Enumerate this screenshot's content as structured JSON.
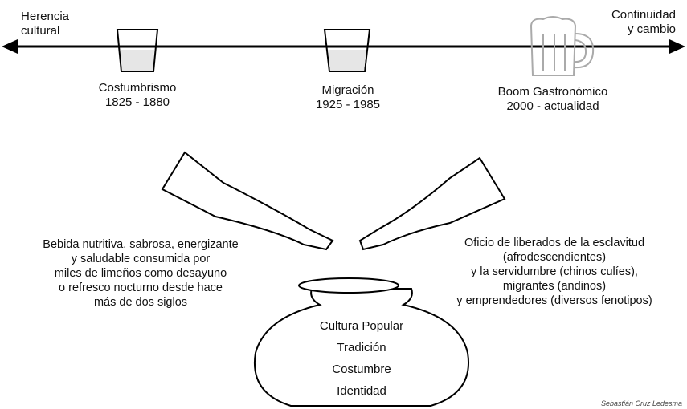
{
  "timeline": {
    "left_label": [
      "Herencia",
      "cultural"
    ],
    "right_label": [
      "Continuidad",
      "y cambio"
    ],
    "periods": [
      {
        "name": "Costumbrismo",
        "years": "1825 - 1880"
      },
      {
        "name": "Migración",
        "years": "1925 - 1985"
      },
      {
        "name": "Boom Gastronómico",
        "years": "2000 - actualidad"
      }
    ]
  },
  "left_description": [
    "Bebida nutritiva,  sabrosa, energizante",
    "y saludable consumida por",
    "miles de limeños como desayuno",
    "o refresco nocturno desde hace",
    "más de dos siglos"
  ],
  "right_description": [
    "Oficio de liberados de la esclavitud",
    "(afrodescendientes)",
    "y la servidumbre (chinos culíes),",
    "migrantes (andinos)",
    "y emprendedores (diversos fenotipos)"
  ],
  "jar_labels": [
    "Cultura Popular",
    "Tradición",
    "Costumbre",
    "Identidad"
  ],
  "credit": "Sebastián Cruz Ledesma",
  "icons": [
    "glass-icon",
    "glass-icon",
    "beer-mug-icon",
    "bottle-icon",
    "bottle-icon",
    "jar-icon"
  ]
}
